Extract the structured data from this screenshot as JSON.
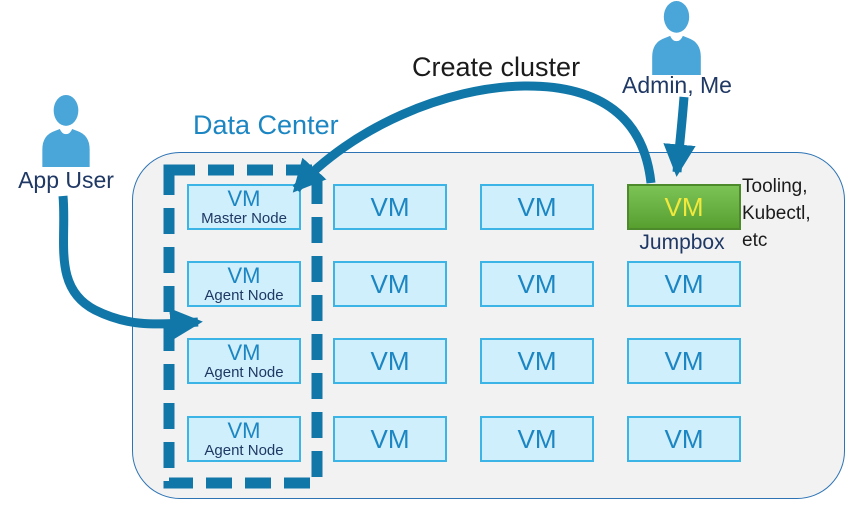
{
  "diagram": {
    "create_cluster_label": "Create cluster",
    "data_center_label": "Data Center",
    "jumpbox_label": "Jumpbox",
    "tooling_lines": [
      "Tooling,",
      "Kubectl,",
      "etc"
    ],
    "vm_label": "VM"
  },
  "people": {
    "app_user": {
      "label": "App User"
    },
    "admin": {
      "label": "Admin, Me"
    }
  },
  "cluster": {
    "master": {
      "title": "VM",
      "subtitle": "Master Node"
    },
    "agents": [
      {
        "title": "VM",
        "subtitle": "Agent Node"
      },
      {
        "title": "VM",
        "subtitle": "Agent Node"
      },
      {
        "title": "VM",
        "subtitle": "Agent Node"
      }
    ]
  },
  "jumpbox": {
    "title": "VM"
  },
  "colors": {
    "arrow": "#1177A8",
    "dashed_boundary": "#1177A8",
    "person_fill": "#4AA5D8",
    "vm_fill": "#CFEFFC",
    "vm_border": "#3CB4E5",
    "vm_text": "#1C86C3",
    "navy_text": "#1F3864",
    "data_center_text": "#1C86C3",
    "jumpbox_green_top": "#7CC356",
    "jumpbox_green_bottom": "#57A030",
    "jumpbox_vm_text": "#F2E93C",
    "datacenter_fill": "#F2F2F2",
    "datacenter_border": "#2E74B5"
  }
}
